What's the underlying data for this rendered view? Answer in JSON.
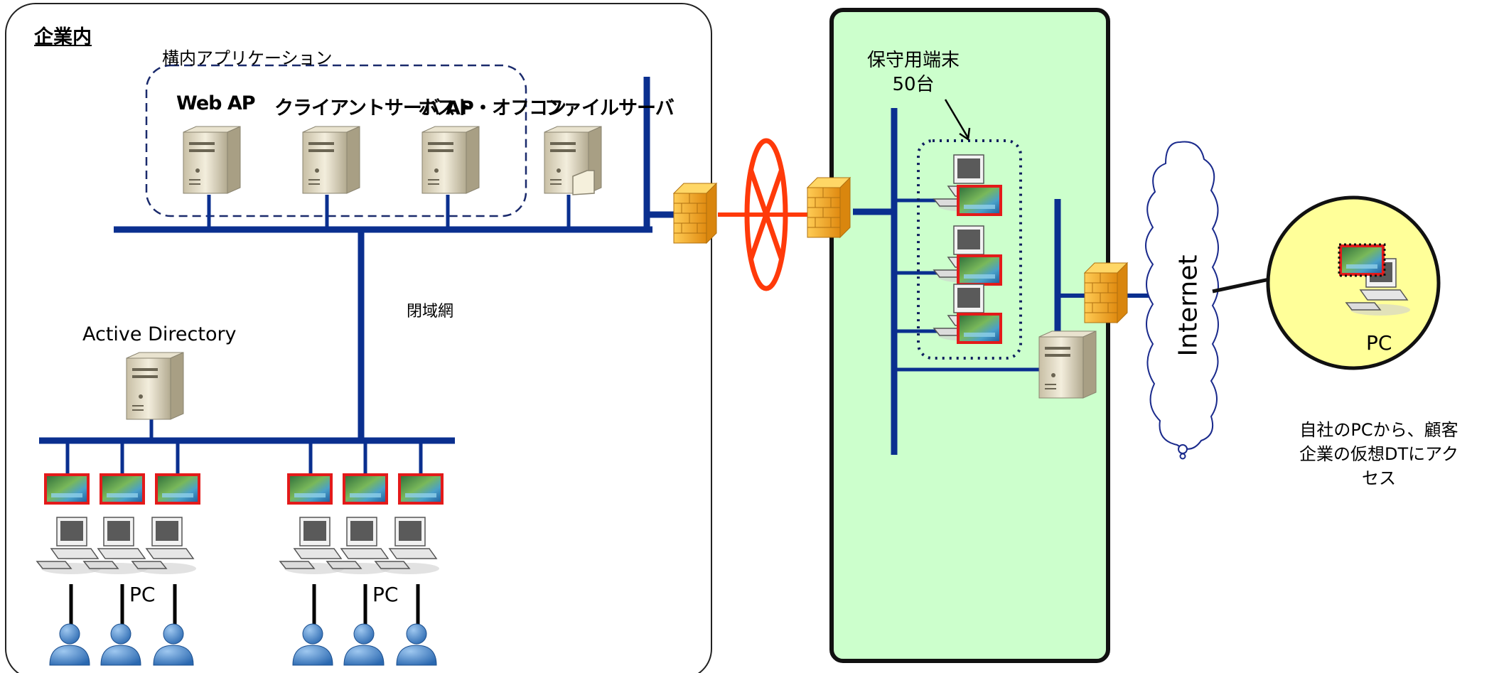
{
  "enterprise": {
    "title": "企業内",
    "app_group_label": "構内アプリケーション",
    "servers": [
      "Web AP",
      "クライアントサーバ AP",
      "ホスト・オフコン",
      "ファイルサーバ"
    ],
    "closed_network_label": "閉域網",
    "directory_label": "Active Directory",
    "pc_label": "PC"
  },
  "datacenter": {
    "maintenance_label_line1": "保守用端末",
    "maintenance_label_line2": "50台"
  },
  "internet_label": "Internet",
  "remote": {
    "pc_label": "PC",
    "note": "自社のPCから、顧客企業の仮想DTにアクセス"
  },
  "colors": {
    "network_line": "#0a2f8f",
    "wan_symbol": "#ff3a0a",
    "datacenter_bg": "#ccffcc",
    "remote_bg": "#ffff99",
    "firewall": "#f5a623",
    "vdesk_border": "#e31a1a"
  }
}
